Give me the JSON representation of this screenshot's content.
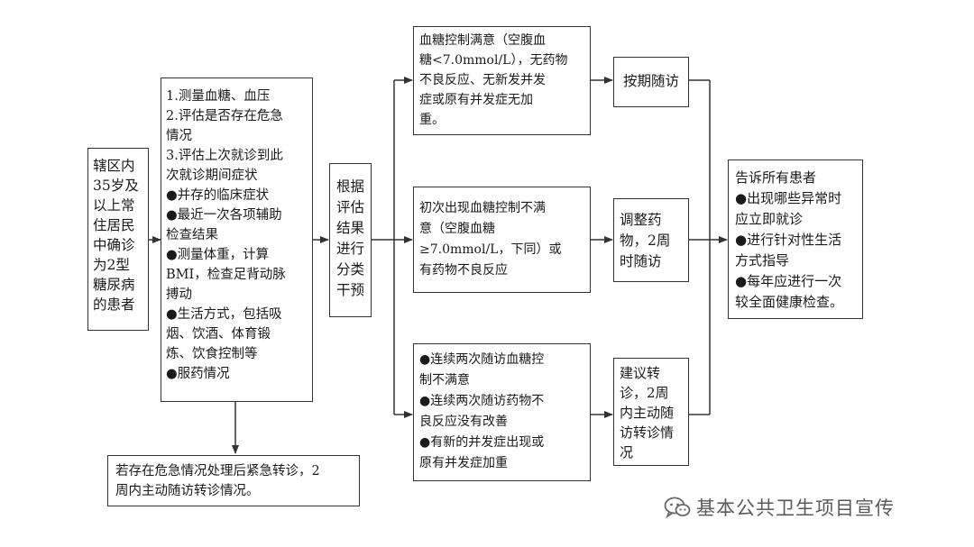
{
  "diagram": {
    "boxes": {
      "patients": {
        "lines": [
          "辖区内",
          "35岁及",
          "以上常",
          "住居民",
          "中确诊",
          "为2型",
          "糖尿病",
          "的患者"
        ]
      },
      "assessment": {
        "lines": [
          "1.测量血糖、血压",
          "2.评估是否存在危急",
          "情况",
          "3.评估上次就诊到此",
          "次就诊期间症状",
          "●并存的临床症状",
          "●最近一次各项辅助",
          "检查结果",
          "●测量体重，计算",
          "BMI，检查足背动脉",
          "搏动",
          "●生活方式，包括吸",
          "烟、饮酒、体育锻",
          "炼、饮食控制等",
          "●服药情况"
        ]
      },
      "emergency": {
        "lines": [
          "若存在危急情况处理后紧急转诊，2",
          "周内主动随访转诊情况。"
        ]
      },
      "classify": {
        "lines": [
          "根据",
          "评估",
          "结果",
          "进行",
          "分类",
          "干预"
        ]
      },
      "satisfied": {
        "lines": [
          "血糖控制满意（空腹血",
          "糖<7.0mmol/L），无药物",
          "不良反应、无新发并发",
          "症或原有并发症无加",
          "重。"
        ]
      },
      "unsatisfied": {
        "lines": [
          "初次出现血糖控制不满",
          "意（空腹血糖",
          "≥7.0mmol/L，下同）或",
          "有药物不良反应"
        ]
      },
      "referral_cond": {
        "lines": [
          "●连续两次随访血糖控",
          "制不满意",
          "●连续两次随访药物不",
          "良反应没有改善",
          "●有新的并发症出现或",
          "原有并发症加重"
        ]
      },
      "followup": {
        "lines": [
          "按期随访"
        ]
      },
      "adjust": {
        "lines": [
          "调整药",
          "物，2周",
          "时随访"
        ]
      },
      "referral": {
        "lines": [
          "建议转",
          "诊，2周",
          "内主动随",
          "访转诊情",
          "况"
        ]
      },
      "inform": {
        "lines": [
          "告诉所有患者",
          "●出现哪些异常时",
          "应立即就诊",
          "●进行针对性生活",
          "方式指导",
          "●每年应进行一次",
          "较全面健康检查。"
        ]
      }
    }
  },
  "watermark": {
    "text": "基本公共卫生项目宣传",
    "icon": "wechat-icon"
  },
  "colors": {
    "line": "#333333",
    "text": "#1a1a1a",
    "watermark": "#5a5a5a"
  }
}
